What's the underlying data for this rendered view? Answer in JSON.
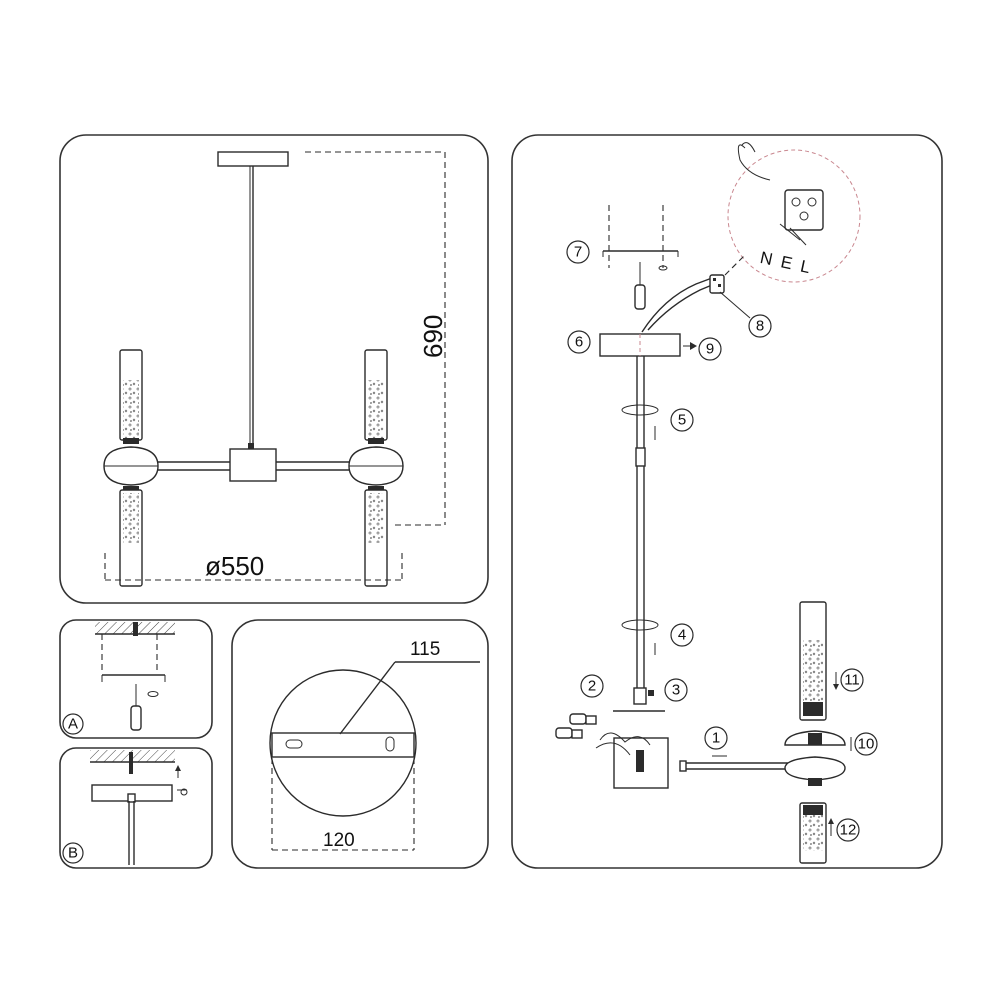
{
  "dimensions": {
    "height": "690",
    "diameter": "ø550",
    "plate_width": "120",
    "plate_diameter": "115"
  },
  "detail_labels": [
    "A",
    "B"
  ],
  "wiring_label": "N E L",
  "assembly_steps": [
    "1",
    "2",
    "3",
    "4",
    "5",
    "6",
    "7",
    "8",
    "9",
    "10",
    "11",
    "12"
  ],
  "colors": {
    "line": "#2b2b2b",
    "accent_dash": "#c9878f",
    "background": "#ffffff"
  }
}
